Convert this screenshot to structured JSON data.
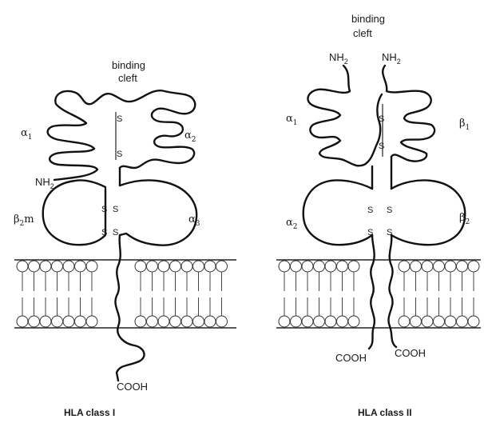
{
  "class1": {
    "caption": "HLA class I",
    "binding_cleft": [
      "binding",
      "cleft"
    ],
    "domains": {
      "a1": {
        "sym": "α",
        "sub": "1"
      },
      "a2": {
        "sym": "α",
        "sub": "2"
      },
      "a3": {
        "sym": "α",
        "sub": "3"
      },
      "b2m": {
        "sym": "β",
        "sub": "2",
        "suffix": "m"
      }
    },
    "nh2": {
      "main": "NH",
      "sub": "2"
    },
    "cooh": "COOH",
    "s_label": "S"
  },
  "class2": {
    "caption": "HLA class II",
    "binding_cleft": [
      "binding",
      "cleft"
    ],
    "domains": {
      "a1": {
        "sym": "α",
        "sub": "1"
      },
      "b1": {
        "sym": "β",
        "sub": "1"
      },
      "a2": {
        "sym": "α",
        "sub": "2"
      },
      "b2": {
        "sym": "β",
        "sub": "2"
      }
    },
    "nh2_left": {
      "main": "NH",
      "sub": "2"
    },
    "nh2_right": {
      "main": "NH",
      "sub": "2"
    },
    "cooh_left": "COOH",
    "cooh_right": "COOH",
    "s_label": "S"
  }
}
